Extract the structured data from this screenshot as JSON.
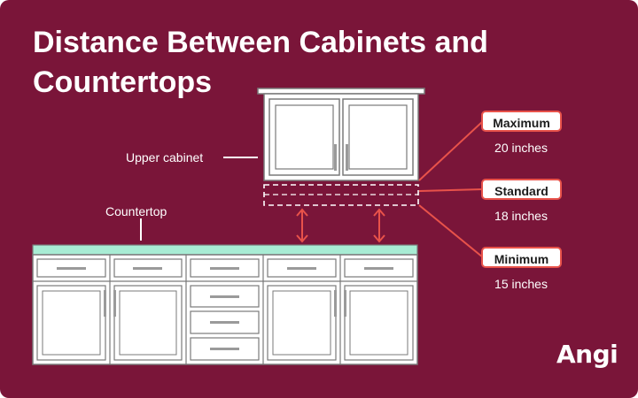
{
  "title": {
    "line1": "Distance Between Cabinets and",
    "line2": "Countertops"
  },
  "labels": {
    "upper_cabinet": "Upper cabinet",
    "countertop": "Countertop"
  },
  "clearances": [
    {
      "label": "Maximum",
      "value": "20 inches"
    },
    {
      "label": "Standard",
      "value": "18 inches"
    },
    {
      "label": "Minimum",
      "value": "15 inches"
    }
  ],
  "brand": "Angi",
  "colors": {
    "background": "#7a1539",
    "cabinet_fill": "#ffffff",
    "cabinet_stroke": "#7a7a7a",
    "countertop": "#a8ecd4",
    "accent": "#e8524a"
  }
}
